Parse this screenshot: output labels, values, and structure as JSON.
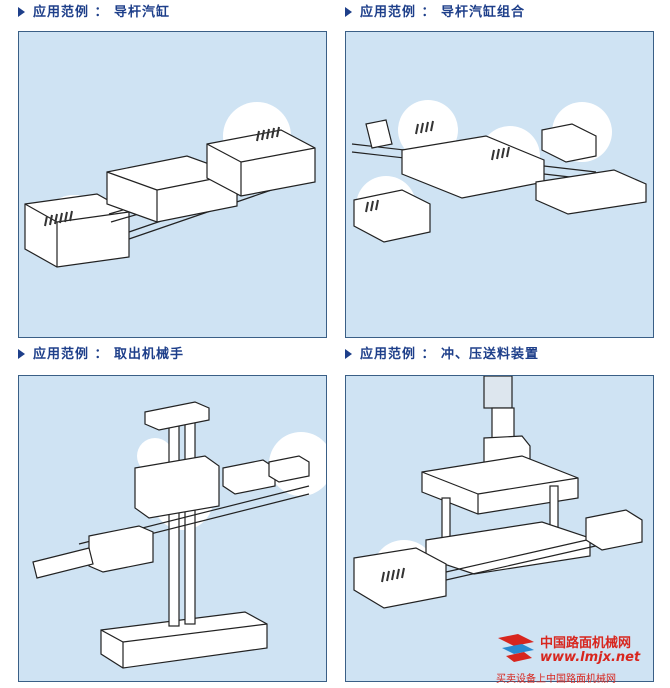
{
  "panels": [
    {
      "title": "应用范例 ： 导杆汽缸"
    },
    {
      "title": "应用范例 ： 导杆汽缸组合"
    },
    {
      "title": "应用范例 ： 取出机械手"
    },
    {
      "title": "应用范例 ： 冲、压送料装置"
    }
  ],
  "watermark": {
    "brand_cn": "中国路面机械网",
    "url": "www.lmjx.net",
    "sub": "买卖设备上中国路面机械网"
  },
  "colors": {
    "title_blue": "#1e3f8a",
    "panel_bg": "#cfe3f3",
    "panel_border": "#3a5f86",
    "watermark_red": "#d8261e"
  }
}
